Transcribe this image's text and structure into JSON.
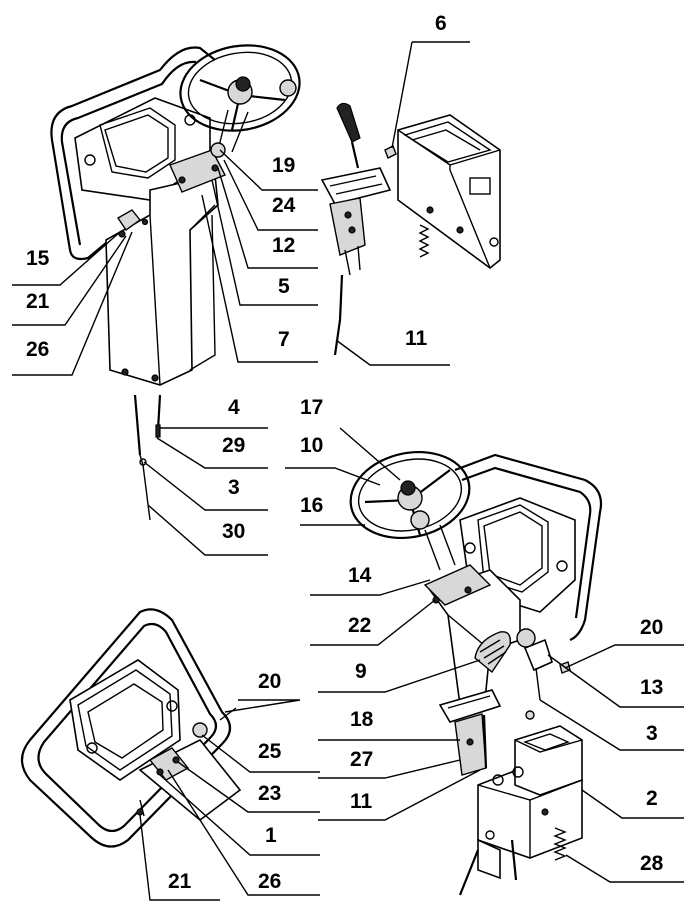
{
  "callouts": {
    "c6": "6",
    "c19": "19",
    "c24": "24",
    "c12": "12",
    "c5": "5",
    "c15": "15",
    "c21a": "21",
    "c26a": "26",
    "c7": "7",
    "c11a": "11",
    "c4": "4",
    "c29": "29",
    "c3a": "3",
    "c30": "30",
    "c17": "17",
    "c10": "10",
    "c16": "16",
    "c14": "14",
    "c22": "22",
    "c9": "9",
    "c20a": "20",
    "c13": "13",
    "c3b": "3",
    "c2": "2",
    "c28": "28",
    "c18": "18",
    "c27": "27",
    "c11b": "11",
    "c20b": "20",
    "c25": "25",
    "c23": "23",
    "c1": "1",
    "c21b": "21",
    "c26b": "26"
  }
}
